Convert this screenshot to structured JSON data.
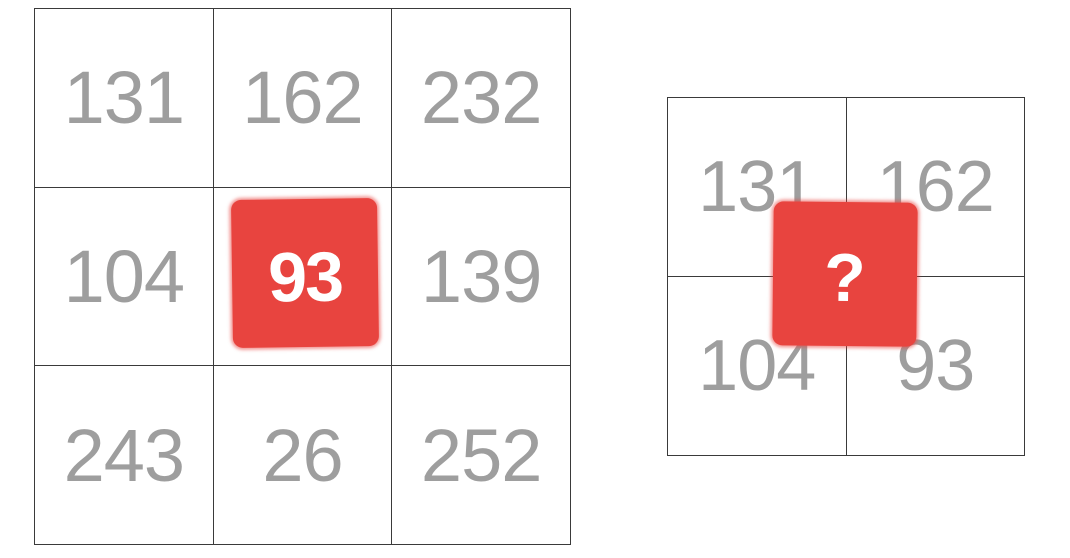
{
  "grid3x3": {
    "cells": [
      "131",
      "162",
      "232",
      "104",
      "93",
      "139",
      "243",
      "26",
      "252"
    ],
    "highlight_value": "93"
  },
  "grid2x2": {
    "cells": [
      "131",
      "162",
      "104",
      "93"
    ],
    "unknown_label": "?"
  },
  "colors": {
    "highlight": "#e8443f",
    "cell_text": "#9e9e9e",
    "grid_line": "#3a3a3a"
  }
}
